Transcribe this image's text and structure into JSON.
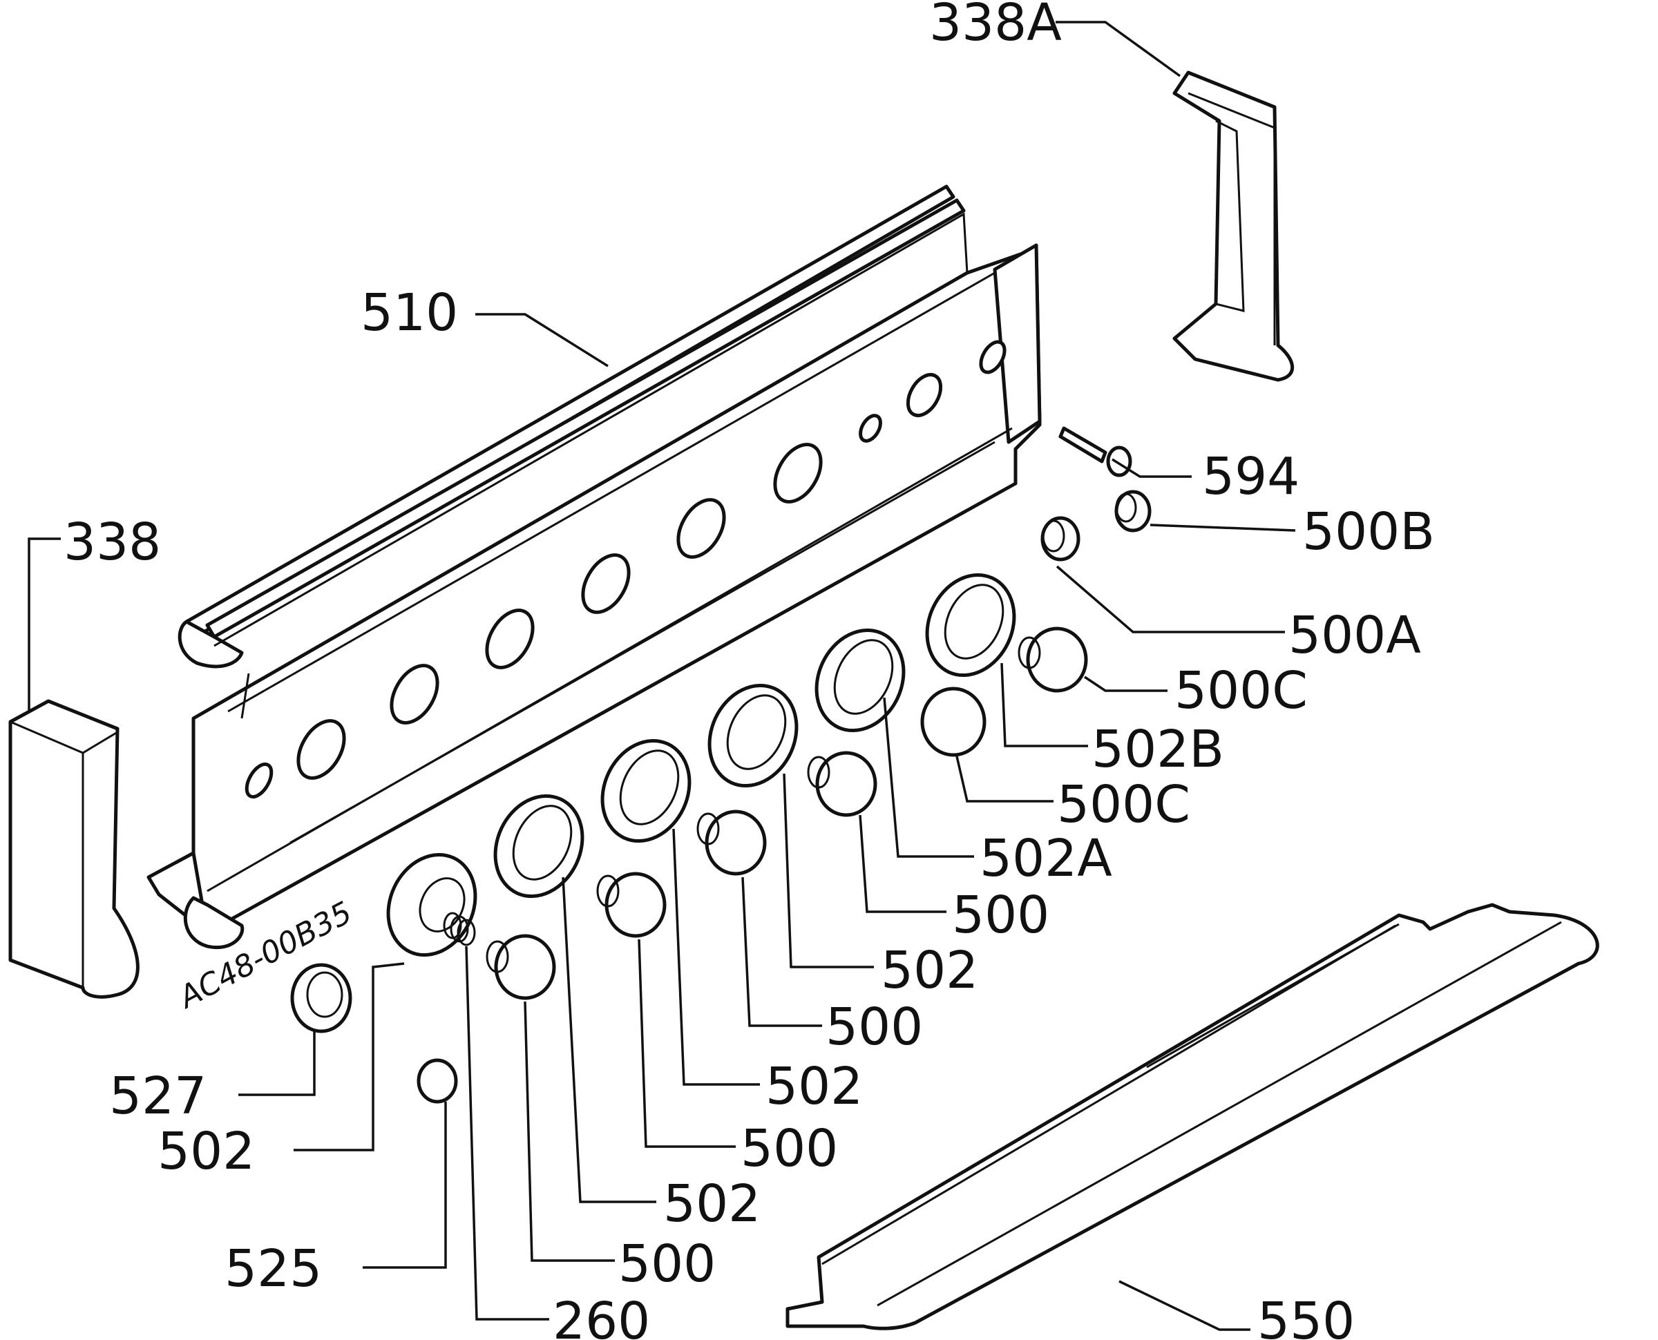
{
  "drawing_code": "AC48-00B35",
  "labels": {
    "l338a": "338A",
    "l510": "510",
    "l594": "594",
    "l500b": "500B",
    "l338": "338",
    "l500a": "500A",
    "l500c_1": "500C",
    "l502b": "502B",
    "l500c_2": "500C",
    "l502a": "502A",
    "l500_1": "500",
    "l502_1": "502",
    "l500_2": "500",
    "l502_2": "502",
    "l527": "527",
    "l500_3": "500",
    "l502_3": "502",
    "l502_4": "502",
    "l525": "525",
    "l500_4": "500",
    "l260": "260",
    "l550": "550"
  }
}
